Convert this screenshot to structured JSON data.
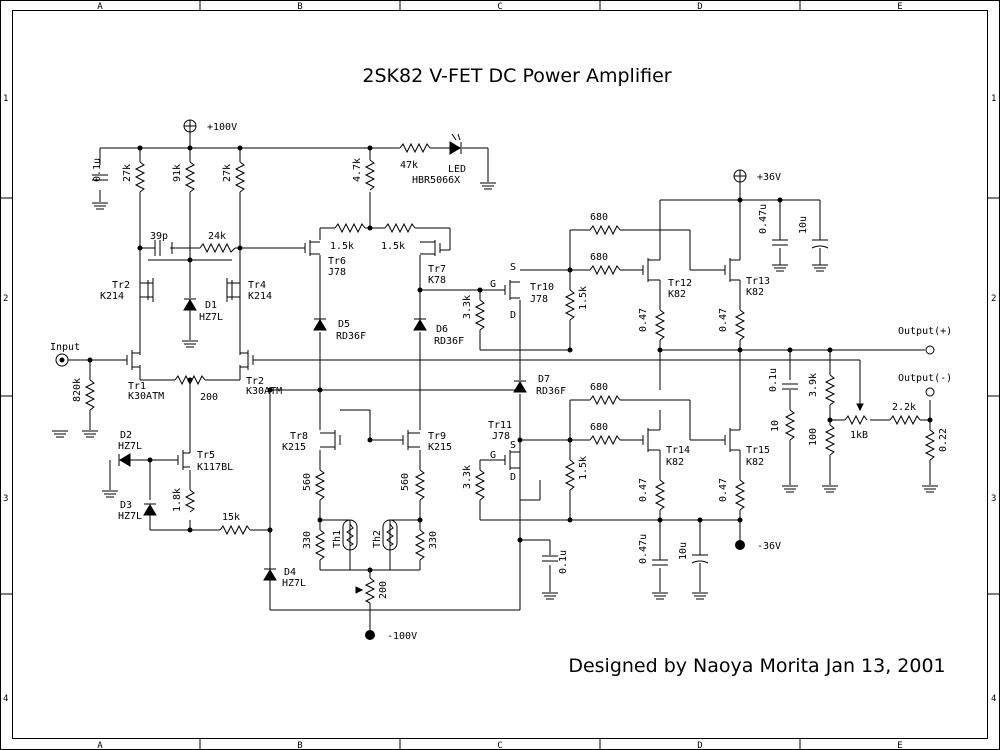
{
  "title": "2SK82 V-FET DC Power Amplifier",
  "credit": "Designed by Naoya Morita Jan 13, 2001",
  "frame": {
    "columns": [
      "A",
      "B",
      "C",
      "D",
      "E"
    ],
    "rows": [
      "1",
      "2",
      "3",
      "4"
    ]
  },
  "rails": {
    "pos100": "+100V",
    "neg100": "-100V",
    "pos36": "+36V",
    "neg36": "-36V"
  },
  "ports": {
    "input": "Input",
    "out_pos": "Output(+)",
    "out_neg": "Output(-)"
  },
  "transistors": {
    "tr1": {
      "name": "Tr1",
      "part": "K30ATM"
    },
    "tr2a": {
      "name": "Tr2",
      "part": "K214"
    },
    "tr2b": {
      "name": "Tr2",
      "part": "K30ATM"
    },
    "tr4": {
      "name": "Tr4",
      "part": "K214"
    },
    "tr5": {
      "name": "Tr5",
      "part": "K117BL"
    },
    "tr6": {
      "name": "Tr6",
      "part": "J78"
    },
    "tr7": {
      "name": "Tr7",
      "part": "K78"
    },
    "tr8": {
      "name": "Tr8",
      "part": "K215"
    },
    "tr9": {
      "name": "Tr9",
      "part": "K215"
    },
    "tr10": {
      "name": "Tr10",
      "part": "J78"
    },
    "tr11": {
      "name": "Tr11",
      "part": "J78"
    },
    "tr12": {
      "name": "Tr12",
      "part": "K82"
    },
    "tr13": {
      "name": "Tr13",
      "part": "K82"
    },
    "tr14": {
      "name": "Tr14",
      "part": "K82"
    },
    "tr15": {
      "name": "Tr15",
      "part": "K82"
    }
  },
  "diodes": {
    "d1": {
      "name": "D1",
      "part": "HZ7L"
    },
    "d2": {
      "name": "D2",
      "part": "HZ7L"
    },
    "d3": {
      "name": "D3",
      "part": "HZ7L"
    },
    "d4": {
      "name": "D4",
      "part": "HZ7L"
    },
    "d5": {
      "name": "D5",
      "part": "RD36F"
    },
    "d6": {
      "name": "D6",
      "part": "RD36F"
    },
    "d7": {
      "name": "D7",
      "part": "RD36F"
    },
    "led": {
      "name": "LED",
      "part": "HBR5066X"
    }
  },
  "thermistors": {
    "th1": "Th1",
    "th2": "Th2"
  },
  "values": {
    "c01u": "0.1u",
    "r27k": "27k",
    "r91k": "91k",
    "r47k_top": "4.7k",
    "r47k_led": "47k",
    "c39p": "39p",
    "r24k": "24k",
    "r15k_a": "1.5k",
    "r15k_b": "1.5k",
    "r820k": "820k",
    "r200": "200",
    "r18k": "1.8k",
    "r15k": "15k",
    "r560": "560",
    "r330": "330",
    "r33k": "3.3k",
    "r680": "680",
    "r047": "0.47",
    "c047u": "0.47u",
    "c10u": "10u",
    "r39k": "3.9k",
    "r10": "10",
    "r100": "100",
    "r22k": "2.2k",
    "r022": "0.22",
    "pot1kb": "1kB"
  },
  "pins": {
    "g": "G",
    "s": "S",
    "d": "D"
  }
}
